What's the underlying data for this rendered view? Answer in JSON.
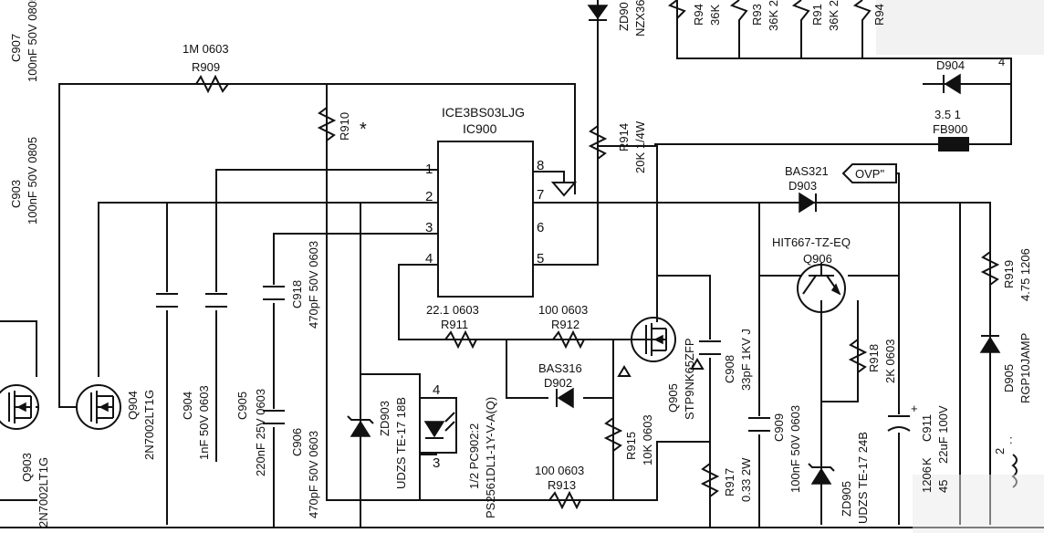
{
  "labels": {
    "c907_ref": "C907",
    "c907_val": "100nF 50V 0805",
    "c903_ref": "C903",
    "c903_val": "100nF 50V 0805",
    "r909_val": "1M 0603",
    "r909_ref": "R909",
    "r910_ref": "R910",
    "r910_mark": "*",
    "ic_part": "ICE3BS03LJG",
    "ic_ref": "IC900",
    "pin1": "1",
    "pin2": "2",
    "pin3": "3",
    "pin4": "4",
    "pin5": "5",
    "pin6": "6",
    "pin7": "7",
    "pin8": "8",
    "r914_ref": "R914",
    "r914_val": "20K 1/4W",
    "zd90x_ref": "ZD90",
    "zd90x_val": "NZX36",
    "r94a_ref": "R94",
    "r94a_val": "36K",
    "r93_ref": "R93",
    "r93_val": "36K 2",
    "r91_ref": "R91",
    "r91_val": "36K 2",
    "r94b_ref": "R94",
    "d904_ref": "D904",
    "node4": "4",
    "fb900_val": "3.5 1",
    "fb900_ref": "FB900",
    "bas321": "BAS321",
    "d903_ref": "D903",
    "ovp": "OVP\"",
    "q906_part": "HIT667-TZ-EQ",
    "q906_ref": "Q906",
    "r919_ref": "R919",
    "r919_val": "4.75 1206",
    "d905r_ref": "D905",
    "d905r_val": "RGP10JAMP",
    "c918_ref": "C918",
    "c918_val": "470pF 50V 0603",
    "r911_val": "22.1 0603",
    "r911_ref": "R911",
    "r912_val": "100 0603",
    "r912_ref": "R912",
    "bas316": "BAS316",
    "d902_ref": "D902",
    "q905_ref": "Q905",
    "q905_part": "STP9NK65ZFP",
    "c908_ref": "C908",
    "c908_val": "33pF 1KV J",
    "r918_ref": "R918",
    "r918_val": "2K 0603",
    "q903_ref": "Q903",
    "q903_part": "2N7002LT1G",
    "q904_ref": "Q904",
    "q904_part": "2N7002LT1G",
    "c904_ref": "C904",
    "c904_val": "1nF 50V 0603",
    "c905_ref": "C905",
    "c905_val": "220nF 25V 0603",
    "c906_ref": "C906",
    "c906_val": "470pF 50V 0603",
    "zd903_ref": "ZD903",
    "zd903_val": "UDZS TE-17 18B",
    "opto_pin4": "4",
    "opto_pin3": "3",
    "opto_ref": "1/2 PC902:2",
    "opto_part": "PS2561DL1-1Y-V-A(Q)",
    "r915_ref": "R915",
    "r915_val": "10K 0603",
    "r913_val": "100 0603",
    "r913_ref": "R913",
    "r917_ref": "R917",
    "r917_val": "0.33 2W",
    "c909_ref": "C909",
    "c909_val": "100nF 50V 0603",
    "zd905_ref": "ZD905",
    "zd905_val": "UDZS TE-17 24B",
    "c911_ref": "C911",
    "c911_val": "22uF 100V",
    "c911_plus": "+",
    "partial_1206": "1206",
    "partial_45": "45",
    "partial_k": "K",
    "partial_2": "2",
    "partial_dots": ":"
  }
}
